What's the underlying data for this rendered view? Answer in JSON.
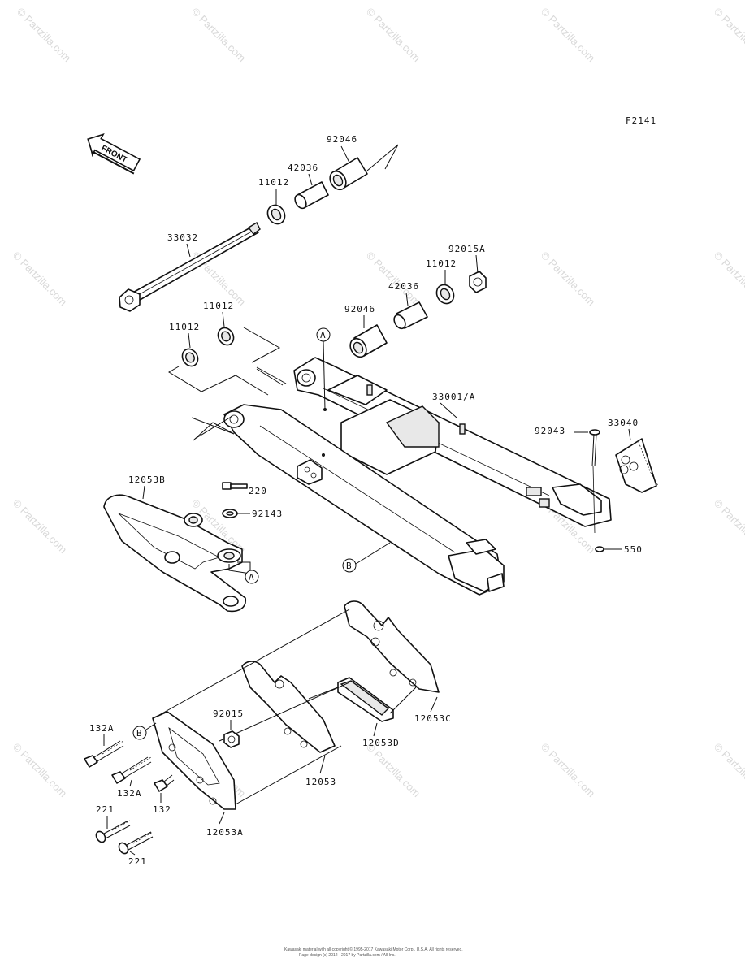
{
  "figure_code": "F2141",
  "front_label": "FRONT",
  "watermark": "© Partzilla.com",
  "footer": {
    "line1": "Kawasaki material with all copyright © 1995-2017 Kawasaki Motor Corp., U.S.A. All rights reserved.",
    "line2": "Page design (c) 2012 - 2017 by Partzilla.com / All Inc."
  },
  "callouts": {
    "a": "A",
    "b": "B"
  },
  "parts": {
    "p92046_top": "92046",
    "p42036_top": "42036",
    "p11012_top": "11012",
    "p33032": "33032",
    "p92015A": "92015A",
    "p11012_right": "11012",
    "p42036_right": "42036",
    "p92046_right": "92046",
    "p11012_left_top": "11012",
    "p11012_left_bot": "11012",
    "p33001A": "33001/A",
    "p92043": "92043",
    "p33040": "33040",
    "p12053B": "12053B",
    "p220": "220",
    "p92143": "92143",
    "p550": "550",
    "p12053C": "12053C",
    "p12053D": "12053D",
    "p92015": "92015",
    "p132A_top": "132A",
    "p132A_bot": "132A",
    "p132": "132",
    "p12053": "12053",
    "p221_top": "221",
    "p221_bot": "221",
    "p12053A": "12053A"
  }
}
